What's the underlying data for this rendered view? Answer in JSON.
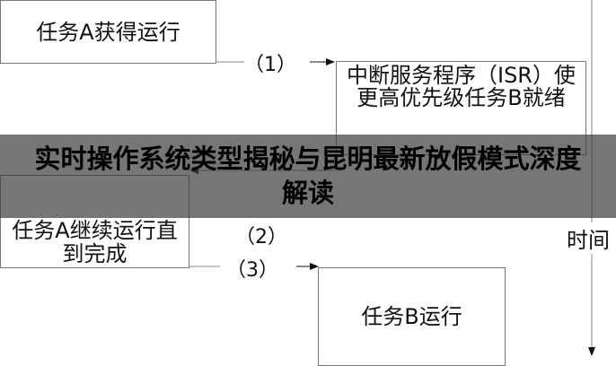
{
  "diagram": {
    "box_a_run": "任务A获得运行",
    "isr_box": "中断服务程序（ISR）使更高优先级任务B就绪",
    "box_a_continue": "任务A继续运行直到完成",
    "box_b_run": "任务B运行",
    "step1": "（1）",
    "step2": "（2）",
    "step3": "（3）",
    "time_axis": "时间"
  },
  "overlay": {
    "title": "实时操作系统类型揭秘与昆明最新放假模式深度解读"
  }
}
